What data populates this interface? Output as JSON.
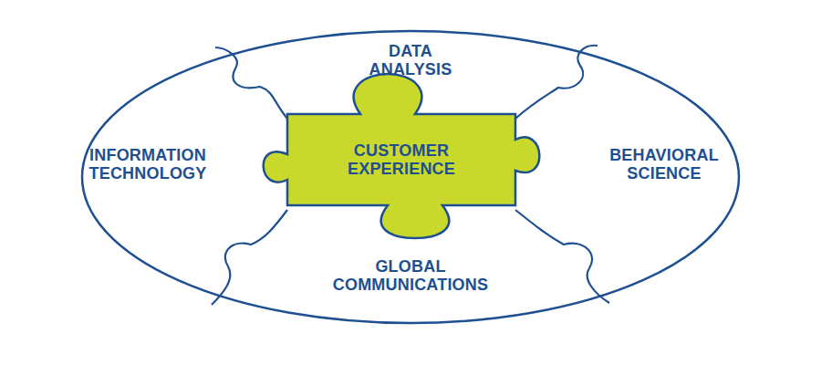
{
  "diagram": {
    "nodes": [
      {
        "text": [
          "DATA ANALYSIS"
        ]
      },
      {
        "text": [
          "INFORMATION TECHNOLOGY"
        ]
      },
      {
        "text": [
          "CUSTOMER EXPERIENCE"
        ]
      },
      {
        "text": [
          "BEHAVIORAL SCIENCE"
        ]
      },
      {
        "text": [
          "GLOBAL COMMUNICATIONS"
        ]
      }
    ]
  }
}
